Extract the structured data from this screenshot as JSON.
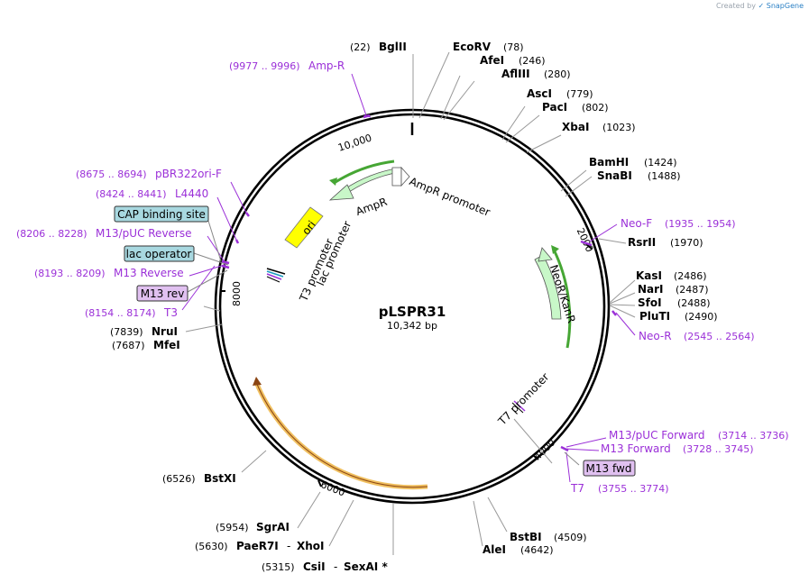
{
  "header": {
    "credit_prefix": "Created by",
    "credit_brand": "SnapGene"
  },
  "plasmid": {
    "name": "pLSPR31",
    "size_label": "10,342 bp",
    "length": 10342
  },
  "colors": {
    "enzyme": "#000000",
    "primer": "#9b30d8",
    "ampr_fill": "#c8f7c8",
    "neor_fill": "#c8f7c8",
    "ori_fill": "#ffff00",
    "orange_feature": "#f0c060",
    "cap_box": "#a8d8e0",
    "m13rev_box": "#e0c0f0",
    "green_orf_line": "#46a634"
  },
  "ticks": [
    {
      "label": "2000"
    },
    {
      "label": "4000"
    },
    {
      "label": "6000"
    },
    {
      "label": "8000"
    },
    {
      "label": "10,000"
    }
  ],
  "enzymes_right": [
    {
      "pos_label": "(22)",
      "name": "BglII",
      "name_first": true
    },
    {
      "name": "EcoRV",
      "pos_label": "(78)"
    },
    {
      "name": "AfeI",
      "pos_label": "(246)"
    },
    {
      "name": "AflIII",
      "pos_label": "(280)"
    },
    {
      "name": "AscI",
      "pos_label": "(779)"
    },
    {
      "name": "PacI",
      "pos_label": "(802)"
    },
    {
      "name": "XbaI",
      "pos_label": "(1023)"
    },
    {
      "name": "BamHI",
      "pos_label": "(1424)"
    },
    {
      "name": "SnaBI",
      "pos_label": "(1488)"
    },
    {
      "name": "RsrII",
      "pos_label": "(1970)"
    },
    {
      "name": "KasI",
      "pos_label": "(2486)"
    },
    {
      "name": "NarI",
      "pos_label": "(2487)"
    },
    {
      "name": "SfoI",
      "pos_label": "(2488)"
    },
    {
      "name": "PluTI",
      "pos_label": "(2490)"
    },
    {
      "name": "BstBI",
      "pos_label": "(4509)"
    },
    {
      "name": "AleI",
      "pos_label": "(4642)"
    }
  ],
  "enzymes_left": [
    {
      "pos_label": "(5315)",
      "name": "CsiI",
      "extra": "SexAI *"
    },
    {
      "pos_label": "(5630)",
      "name": "PaeR7I",
      "extra": "XhoI"
    },
    {
      "pos_label": "(5954)",
      "name": "SgrAI"
    },
    {
      "pos_label": "(6526)",
      "name": "BstXI"
    },
    {
      "pos_label": "(7687)",
      "name": "MfeI"
    },
    {
      "pos_label": "(7839)",
      "name": "NruI"
    }
  ],
  "primers": [
    {
      "name": "Amp-R",
      "range": "(9977 .. 9996)"
    },
    {
      "name": "pBR322ori-F",
      "range": "(8675 .. 8694)"
    },
    {
      "name": "L4440",
      "range": "(8424 .. 8441)"
    },
    {
      "name": "M13/pUC Reverse",
      "range": "(8206 .. 8228)"
    },
    {
      "name": "M13 Reverse",
      "range": "(8193 .. 8209)"
    },
    {
      "name": "T3",
      "range": "(8154 .. 8174)"
    },
    {
      "name": "Neo-F",
      "range": "(1935 .. 1954)"
    },
    {
      "name": "Neo-R",
      "range": "(2545 .. 2564)"
    },
    {
      "name": "M13/pUC Forward",
      "range": "(3714 .. 3736)"
    },
    {
      "name": "M13 Forward",
      "range": "(3728 .. 3745)"
    },
    {
      "name": "T7",
      "range": "(3755 .. 3774)"
    }
  ],
  "boxed_labels": {
    "cap": "CAP binding site",
    "lac_operator": "lac operator",
    "m13_rev": "M13 rev",
    "m13_fwd": "M13 fwd"
  },
  "features": {
    "ampr": "AmpR",
    "ampr_promoter": "AmpR promoter",
    "ori": "ori",
    "lac_promoter": "lac promoter",
    "t3_promoter": "T3 promoter",
    "neor": "NeoR/KanR",
    "t7_promoter": "T7 promoter"
  }
}
